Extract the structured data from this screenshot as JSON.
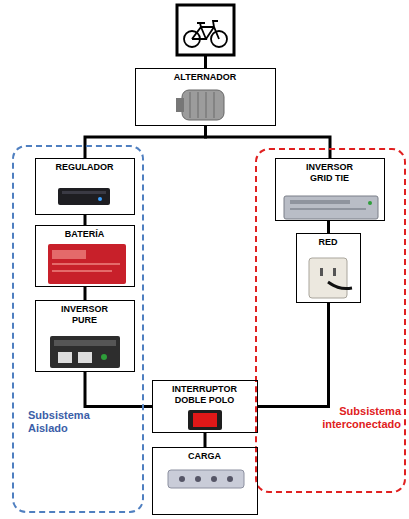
{
  "diagram": {
    "nodes": [
      {
        "text": [
          "ALTERNADOR"
        ]
      },
      {
        "text": [
          "Subsistema Aislado"
        ]
      },
      {
        "text": [
          "REGULADOR"
        ],
        "in": 1
      },
      {
        "text": [
          "BATERÍA"
        ],
        "in": 1
      },
      {
        "text": [
          "INVERSOR PURE"
        ],
        "in": 1
      },
      {
        "text": [
          "Subsistema interconectado"
        ]
      },
      {
        "text": [
          "INVERSOR GRID TIE"
        ],
        "in": 5
      },
      {
        "text": [
          "RED"
        ],
        "in": 5
      },
      {
        "text": [
          "INTERRUPTOR DOBLE POLO"
        ]
      },
      {
        "text": [
          "CARGA"
        ]
      }
    ],
    "edges": [
      {
        "from": 0,
        "to": 2,
        "arrow": "none"
      },
      {
        "from": 0,
        "to": 6,
        "arrow": "none"
      },
      {
        "from": 2,
        "to": 3,
        "arrow": "none"
      },
      {
        "from": 3,
        "to": 4,
        "arrow": "none"
      },
      {
        "from": 6,
        "to": 7,
        "arrow": "none"
      },
      {
        "from": 4,
        "to": 8,
        "arrow": "none"
      },
      {
        "from": 7,
        "to": 8,
        "arrow": "none"
      },
      {
        "from": 8,
        "to": 9,
        "arrow": "none"
      }
    ]
  }
}
